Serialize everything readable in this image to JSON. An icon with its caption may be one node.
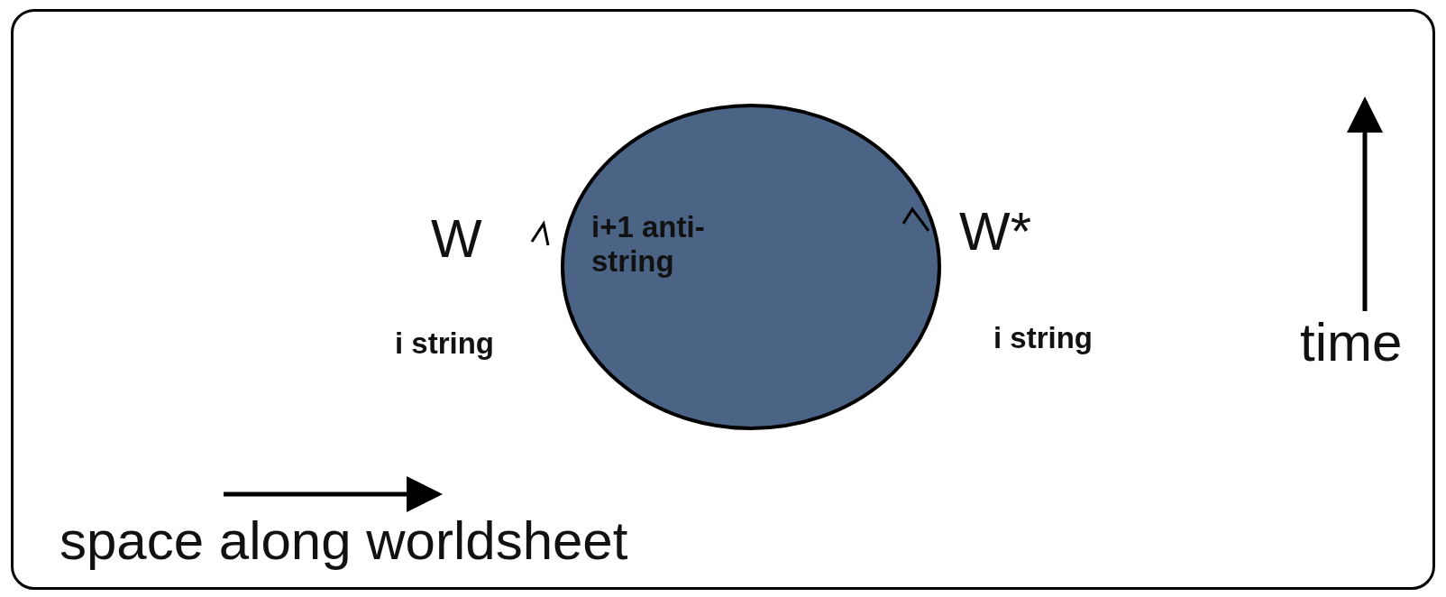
{
  "diagram": {
    "nodes": [
      {
        "text": [
          "i+1 anti-string"
        ]
      }
    ],
    "labels": [
      "W",
      "W*",
      "i string",
      "time",
      "i string",
      "space along worldsheet"
    ]
  }
}
